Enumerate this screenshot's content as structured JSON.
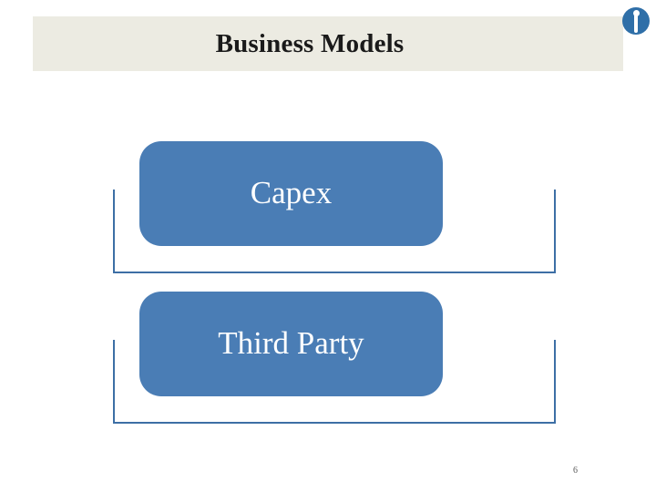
{
  "slide": {
    "title": "Business Models",
    "page_number": "6",
    "logo_icon": "lightbulb-logo-icon",
    "colors": {
      "header_band": "#ecebe2",
      "pill_fill": "#4a7db5",
      "bracket_stroke": "#3d6fa5",
      "logo": "#2f6fa8",
      "title_text": "#1a1a1a",
      "pill_text": "#ffffff"
    },
    "items": [
      {
        "label": "Capex"
      },
      {
        "label": "Third Party"
      }
    ]
  }
}
